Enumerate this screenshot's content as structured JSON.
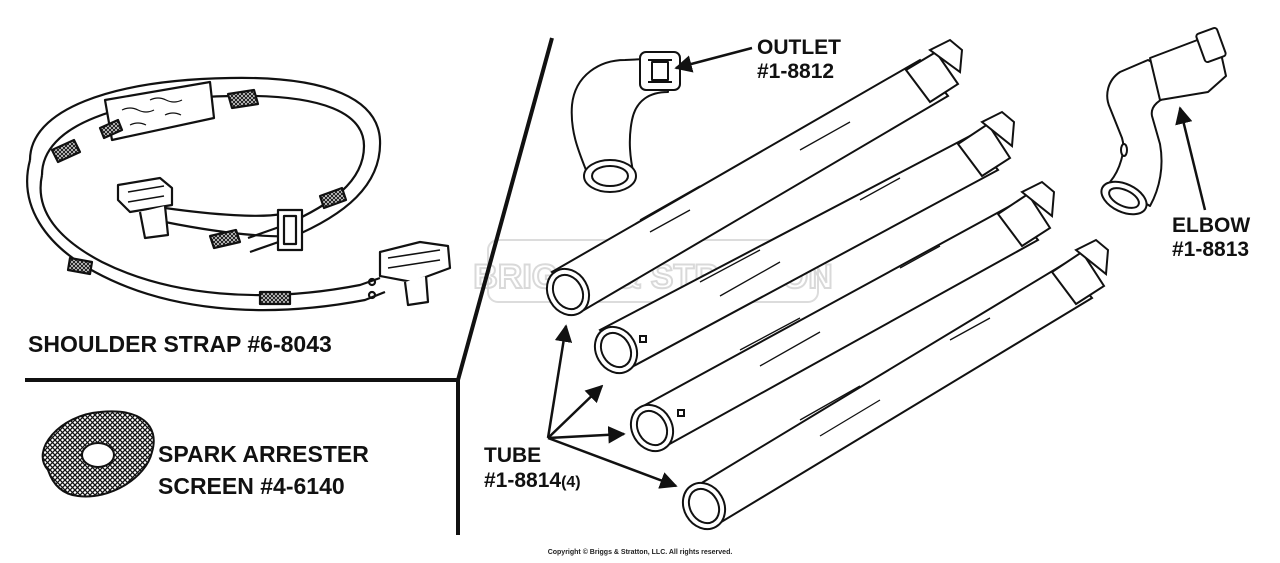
{
  "parts": {
    "strap": {
      "label": "SHOULDER STRAP #6-8043"
    },
    "screen": {
      "line1": "SPARK ARRESTER",
      "line2": "SCREEN #4-6140"
    },
    "outlet": {
      "line1": "OUTLET",
      "line2": "#1-8812"
    },
    "elbow": {
      "line1": "ELBOW",
      "line2": "#1-8813"
    },
    "tube": {
      "line1": "TUBE",
      "line2": "#1-8814",
      "qty": "(4)"
    }
  },
  "watermark": "BRIGGS & STRATTON",
  "copyright": "Copyright © Briggs & Stratton, LLC. All rights reserved."
}
